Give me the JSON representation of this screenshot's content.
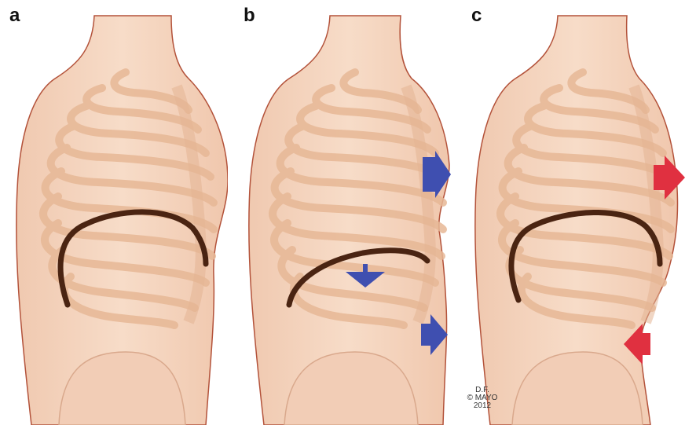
{
  "figure": {
    "panels": [
      {
        "label": "a",
        "diaphragm": "normal",
        "arrows": []
      },
      {
        "label": "b",
        "diaphragm": "descended",
        "arrows": [
          {
            "color": "#3f4fb0",
            "direction": "right",
            "location": "upper chest wall"
          },
          {
            "color": "#3f4fb0",
            "direction": "down",
            "location": "diaphragm"
          },
          {
            "color": "#3f4fb0",
            "direction": "right",
            "location": "abdominal wall"
          }
        ]
      },
      {
        "label": "c",
        "diaphragm": "normal",
        "arrows": [
          {
            "color": "#e03040",
            "direction": "right",
            "location": "upper chest wall"
          },
          {
            "color": "#e03040",
            "direction": "left",
            "location": "abdominal wall"
          }
        ]
      }
    ],
    "credit": {
      "line1": "D.F.",
      "line2": "© MAYO",
      "line3": "2012"
    },
    "colors": {
      "skin": "#f5d3bd",
      "skin_outline": "#b3523a",
      "rib": "#e7b896",
      "diaphragm": "#4a2412",
      "blue_arrow": "#3f4fb0",
      "red_arrow": "#e03040"
    }
  }
}
